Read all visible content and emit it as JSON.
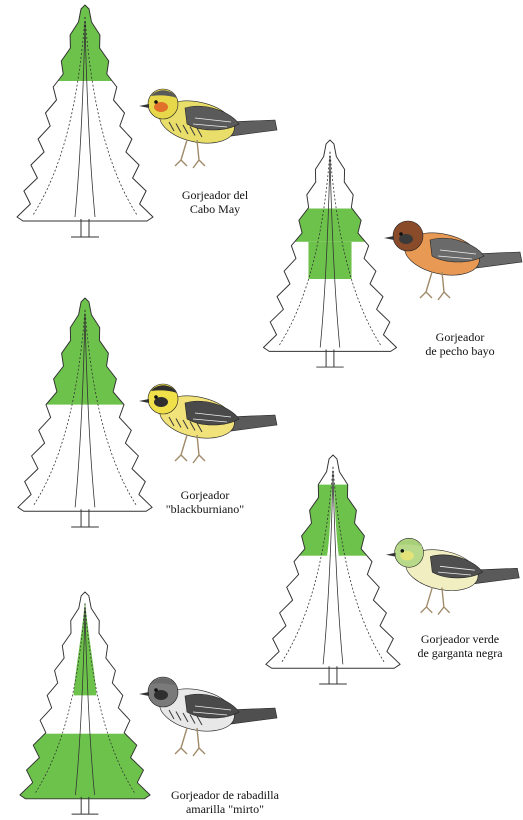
{
  "colors": {
    "zone": "#6cc24a",
    "outline": "#333333",
    "canvas": "#ffffff"
  },
  "panels": [
    {
      "id": "cape-may",
      "label_lines": [
        "Gorjeador del",
        "Cabo May"
      ],
      "zone": "top",
      "bird": {
        "head": "#e6d84a",
        "cheek": "#e0702a",
        "body": "#e9de6a",
        "wing": "#5a5a5a",
        "tail": "#5f5f5f",
        "breast_streak": true,
        "cap": "#5a5a5a"
      }
    },
    {
      "id": "bay-breasted",
      "label_lines": [
        "Gorjeador",
        "de pecho bayo"
      ],
      "zone": "middle",
      "bird": {
        "head": "#8a4b2a",
        "cheek": "#3a3a3a",
        "body": "#e89a55",
        "wing": "#6a6a6a",
        "tail": "#6a6a6a",
        "breast_streak": false,
        "cap": "#8a4b2a"
      }
    },
    {
      "id": "blackburnian",
      "label_lines": [
        "Gorjeador",
        "\"blackburniano\""
      ],
      "zone": "top-wide",
      "bird": {
        "head": "#f0e04a",
        "cheek": "#2f2f2f",
        "body": "#f1e27a",
        "wing": "#4a4a4a",
        "tail": "#5a5a5a",
        "breast_streak": true,
        "cap": "#2f2f2f"
      }
    },
    {
      "id": "black-throated-green",
      "label_lines": [
        "Gorjeador verde",
        "de garganta negra"
      ],
      "zone": "upper-outer",
      "bird": {
        "head": "#b8d98a",
        "cheek": "#e3e37a",
        "body": "#f1efc2",
        "wing": "#4f4f4f",
        "tail": "#5a5a5a",
        "breast_streak": false,
        "cap": "#a8d078"
      }
    },
    {
      "id": "myrtle",
      "label_lines": [
        "Gorjeador de rabadilla",
        "amarilla \"mirto\""
      ],
      "zone": "bottom-and-stripe",
      "bird": {
        "head": "#7a7a7a",
        "cheek": "#2f2f2f",
        "body": "#e8e8e8",
        "wing": "#4a4a4a",
        "tail": "#4f4f4f",
        "breast_streak": true,
        "cap": "#6a6a6a"
      }
    }
  ]
}
